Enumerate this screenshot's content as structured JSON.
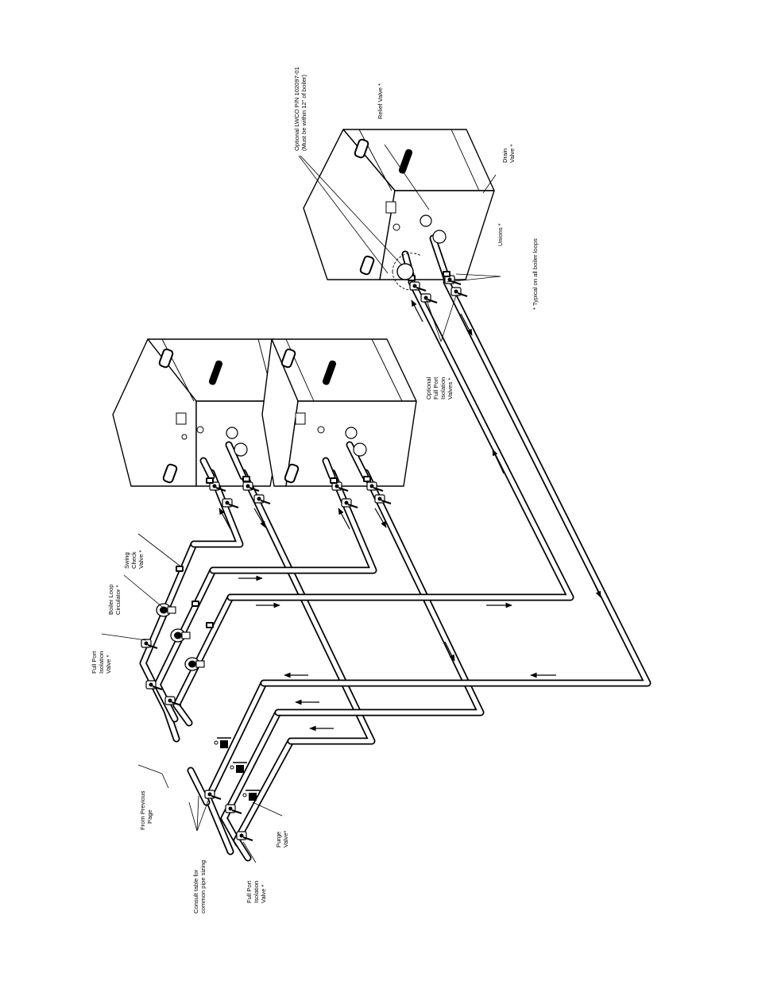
{
  "labels": {
    "lwco": [
      "Optional LWCO P/N 102097-01",
      "(Must be within 12\" of boiler)"
    ],
    "relief_valve": [
      "Relief Valve *"
    ],
    "drain_valve": [
      "Drain",
      "Valve *"
    ],
    "unions": [
      "Unions *"
    ],
    "typical_note": [
      "* Typical on all boiler loops"
    ],
    "optional_isolation": [
      "Optional",
      "Full Port",
      "Isolation",
      "Valves *"
    ],
    "swing_check": [
      "Swing",
      "Check",
      "Valve *"
    ],
    "boiler_loop_circulator": [
      "Boiler Loop",
      "Circulator *"
    ],
    "full_port_isolation_top": [
      "Full Port",
      "Isolation",
      "Valve *"
    ],
    "from_previous_page": [
      "From Previous",
      "Page"
    ],
    "purge_valve": [
      "Purge",
      "Valve*"
    ],
    "consult_table": [
      "Consult table for",
      "common pipe sizing"
    ],
    "full_port_isolation_bottom": [
      "Full Port",
      "Isolation",
      "Valve *"
    ]
  }
}
